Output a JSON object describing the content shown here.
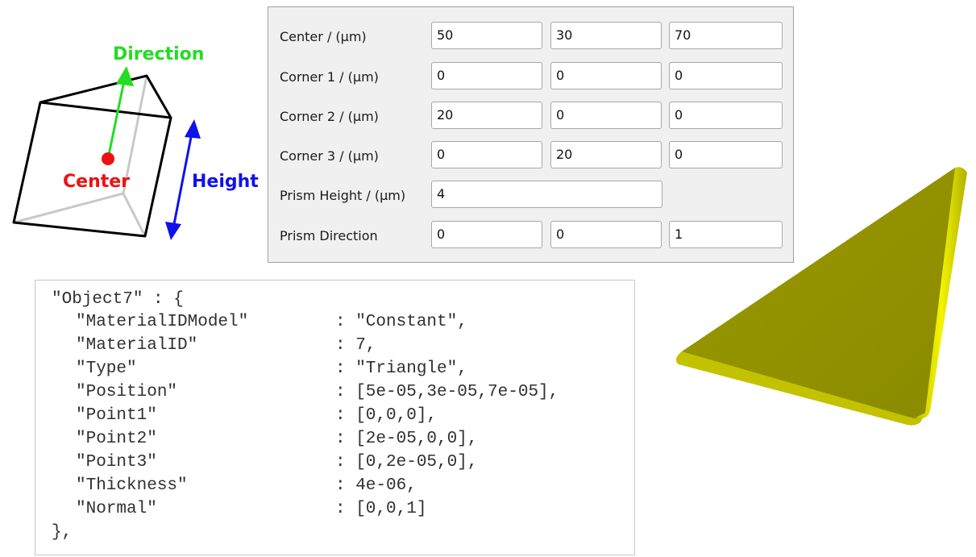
{
  "diagram": {
    "direction_label": "Direction",
    "center_label": "Center",
    "height_label": "Height",
    "colors": {
      "direction": "#22dd22",
      "center": "#ee1111",
      "height": "#1111ee"
    }
  },
  "form": {
    "rows": [
      {
        "label": "Center / (µm)",
        "values": [
          "50",
          "30",
          "70"
        ]
      },
      {
        "label": "Corner 1 / (µm)",
        "values": [
          "0",
          "0",
          "0"
        ]
      },
      {
        "label": "Corner 2 / (µm)",
        "values": [
          "20",
          "0",
          "0"
        ]
      },
      {
        "label": "Corner 3 / (µm)",
        "values": [
          "0",
          "20",
          "0"
        ]
      },
      {
        "label": "Prism Height / (µm)",
        "values": [
          "4"
        ]
      },
      {
        "label": "Prism Direction",
        "values": [
          "0",
          "0",
          "1"
        ]
      }
    ]
  },
  "code": {
    "open": "\"Object7\" : {",
    "entries": [
      {
        "key": "\"MaterialIDModel\"",
        "value": ": \"Constant\","
      },
      {
        "key": "\"MaterialID\"",
        "value": ": 7,"
      },
      {
        "key": "\"Type\"",
        "value": ": \"Triangle\","
      },
      {
        "key": "\"Position\"",
        "value": ": [5e-05,3e-05,7e-05],"
      },
      {
        "key": "\"Point1\"",
        "value": ": [0,0,0],"
      },
      {
        "key": "\"Point2\"",
        "value": ": [2e-05,0,0],"
      },
      {
        "key": "\"Point3\"",
        "value": ": [0,2e-05,0],"
      },
      {
        "key": "\"Thickness\"",
        "value": ": 4e-06,"
      },
      {
        "key": "\"Normal\"",
        "value": ": [0,0,1]"
      }
    ],
    "close": "},"
  },
  "render": {
    "color": "#b8b800"
  }
}
